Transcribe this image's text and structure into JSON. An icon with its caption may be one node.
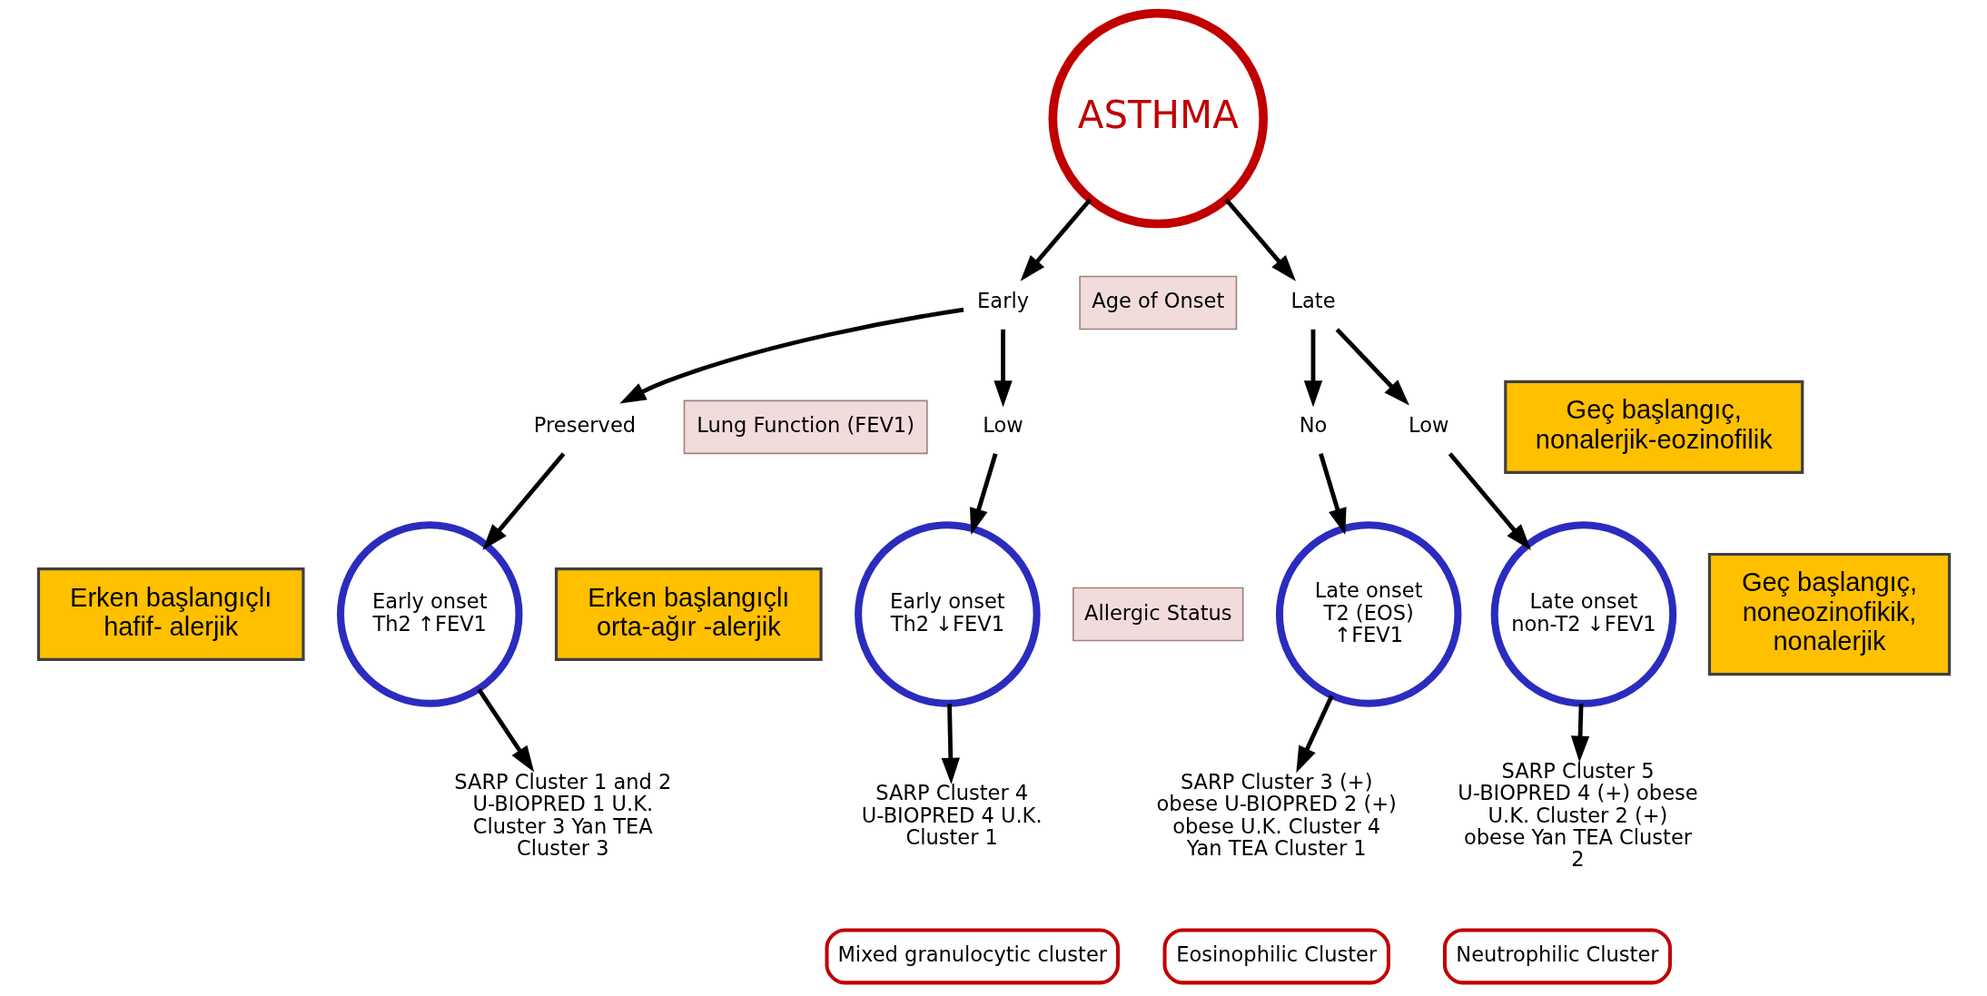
{
  "diagram": {
    "nodes": [
      {
        "text": [
          "ASTHMA"
        ]
      },
      {
        "text": [
          "Early"
        ]
      },
      {
        "text": [
          "Late"
        ]
      },
      {
        "text": [
          "Age of Onset"
        ]
      },
      {
        "text": [
          "Lung Function (FEV1)"
        ]
      },
      {
        "text": [
          "Allergic Status"
        ]
      },
      {
        "text": [
          "Preserved"
        ]
      },
      {
        "text": [
          "Low"
        ]
      },
      {
        "text": [
          "No"
        ]
      },
      {
        "text": [
          "Low"
        ]
      },
      {
        "text": [
          "Early onset Th2 ↑FEV1"
        ]
      },
      {
        "text": [
          "Early onset Th2 ↓FEV1"
        ]
      },
      {
        "text": [
          "Late onset T2 (EOS) ↑FEV1"
        ]
      },
      {
        "text": [
          "Late onset non-T2 ↓FEV1"
        ]
      },
      {
        "text": [
          "SARP Cluster 1 and 2 U-BIOPRED 1 U.K. Cluster 3 Yan TEA Cluster 3"
        ]
      },
      {
        "text": [
          "SARP Cluster 4 U-BIOPRED 4 U.K. Cluster 1"
        ]
      },
      {
        "text": [
          "SARP Cluster 3 (+) obese U-BIOPRED 2 (+) obese U.K. Cluster 4 Yan TEA Cluster 1"
        ]
      },
      {
        "text": [
          "SARP Cluster 5 U-BIOPRED 4 (+) obese U.K. Cluster 2 (+) obese Yan TEA Cluster 2"
        ]
      },
      {
        "text": [
          "Mixed granulocytic cluster"
        ]
      },
      {
        "text": [
          "Eosinophilic Cluster"
        ]
      },
      {
        "text": [
          "Neutrophilic Cluster"
        ]
      },
      {
        "text": [
          "Erken başlangıçlı hafif- alerjik"
        ]
      },
      {
        "text": [
          "Erken başlangıçlı orta-ağır -alerjik"
        ]
      },
      {
        "text": [
          "Geç başlangıç, nonalerjik-eozinofilik"
        ]
      },
      {
        "text": [
          "Geç başlangıç, noneozinofikik, nonalerjik"
        ]
      }
    ],
    "edges": [
      {
        "from": 0,
        "to": 1,
        "arrow": "to"
      },
      {
        "from": 0,
        "to": 2,
        "arrow": "to"
      },
      {
        "from": 1,
        "to": 6,
        "arrow": "to"
      },
      {
        "from": 1,
        "to": 7,
        "arrow": "to"
      },
      {
        "from": 2,
        "to": 8,
        "arrow": "to"
      },
      {
        "from": 2,
        "to": 9,
        "arrow": "to"
      },
      {
        "from": 6,
        "to": 10,
        "arrow": "to"
      },
      {
        "from": 7,
        "to": 11,
        "arrow": "to"
      },
      {
        "from": 8,
        "to": 12,
        "arrow": "to"
      },
      {
        "from": 9,
        "to": 13,
        "arrow": "to"
      },
      {
        "from": 10,
        "to": 14,
        "arrow": "to"
      },
      {
        "from": 11,
        "to": 15,
        "arrow": "to"
      },
      {
        "from": 12,
        "to": 16,
        "arrow": "to"
      },
      {
        "from": 13,
        "to": 17,
        "arrow": "to"
      }
    ]
  }
}
